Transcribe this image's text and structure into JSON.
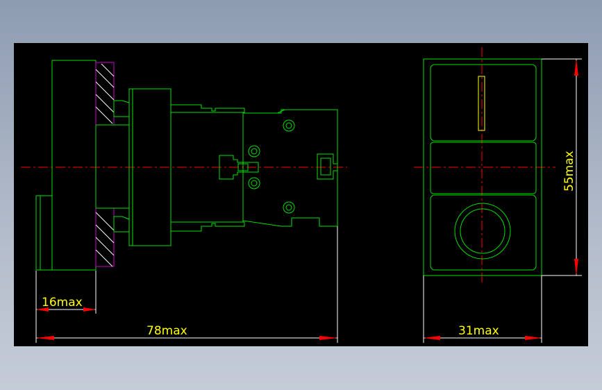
{
  "dimensions": {
    "front_depth": "16max",
    "overall_length": "78max",
    "side_width": "31max",
    "side_height": "55max"
  },
  "colors": {
    "background": "#000000",
    "outline": "#00e000",
    "dimension": "#ffff00",
    "centerline": "#ff0000",
    "hatch": "#cc00cc"
  }
}
